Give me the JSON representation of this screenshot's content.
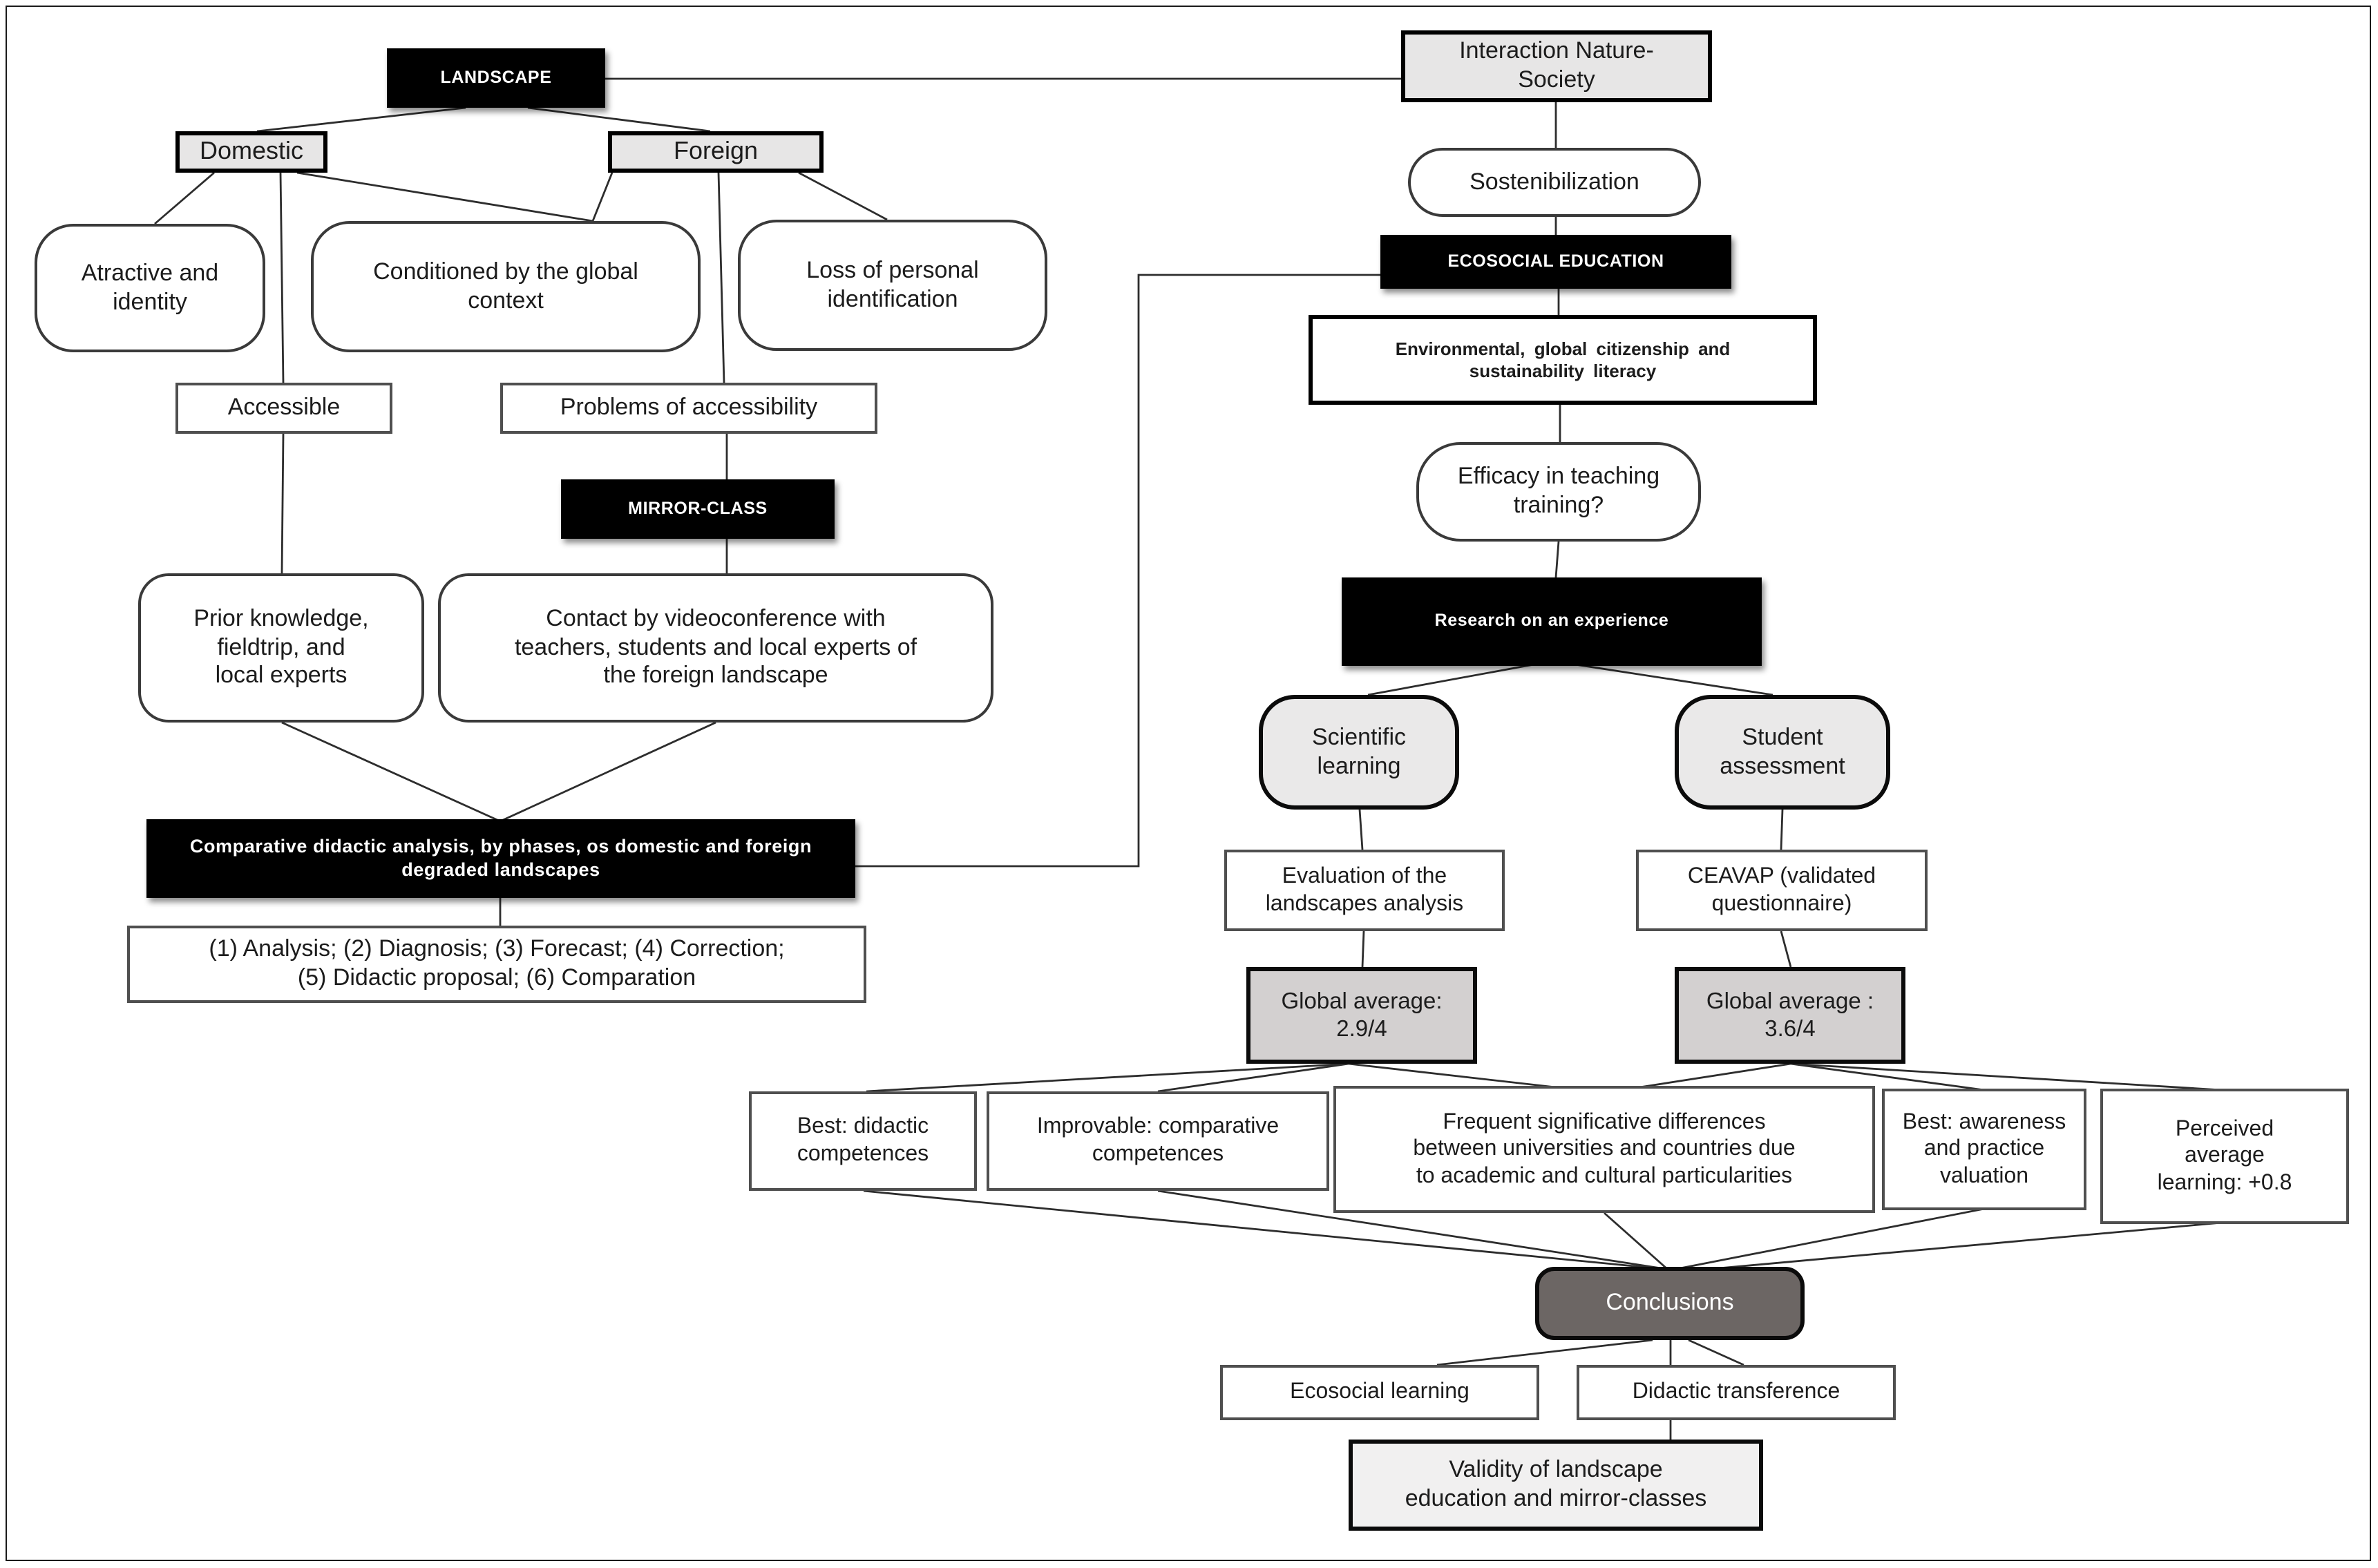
{
  "figure": {
    "description": "Flowchart of landscape education research with mirror-classes",
    "background": "#ffffff",
    "frame_color": "#1a1a1a",
    "line_color": "#2d2d2d"
  },
  "colors": {
    "black_node_bg": "#000000",
    "black_node_text": "#ffffff",
    "gray_node_fill": "#e7e6e6",
    "rounded_gray_fill": "#eae9e9",
    "average_fill": "#d3d0d0",
    "conclusions_fill": "#6c6664",
    "validity_fill": "#f1f0f0"
  },
  "nodes": {
    "landscape": {
      "label": "LANDSCAPE"
    },
    "domestic": {
      "label": "Domestic"
    },
    "foreign": {
      "label": "Foreign"
    },
    "atractive": {
      "label": "Atractive and\nidentity"
    },
    "conditioned": {
      "label": "Conditioned by the global\ncontext"
    },
    "loss": {
      "label": "Loss of personal\nidentification"
    },
    "accessible": {
      "label": "Accessible"
    },
    "problems": {
      "label": "Problems of accessibility"
    },
    "mirror_class": {
      "label": "MIRROR-CLASS"
    },
    "prior": {
      "label": "Prior knowledge,\nfieldtrip, and\nlocal experts"
    },
    "contact": {
      "label": "Contact by videoconference with\nteachers, students and local experts of\nthe foreign landscape"
    },
    "comparative": {
      "label": "Comparative didactic analysis, by phases, os domestic and foreign\ndegraded landscapes"
    },
    "phases": {
      "label": "(1) Analysis; (2) Diagnosis; (3) Forecast; (4) Correction;\n(5) Didactic proposal; (6) Comparation"
    },
    "interaction": {
      "label": "Interaction Nature-\nSociety"
    },
    "sostenibilization": {
      "label": "Sostenibilization"
    },
    "ecosocial_education": {
      "label": "ECOSOCIAL EDUCATION"
    },
    "environmental": {
      "label": "Environmental, global citizenship and\nsustainability literacy"
    },
    "efficacy": {
      "label": "Efficacy in teaching\ntraining?"
    },
    "research": {
      "label": "Research on an experience"
    },
    "scientific": {
      "label": "Scientific\nlearning"
    },
    "student": {
      "label": "Student\nassessment"
    },
    "evaluation": {
      "label": "Evaluation of the\nlandscapes analysis"
    },
    "ceavap": {
      "label": "CEAVAP (validated\nquestionnaire)"
    },
    "global_avg_scientific": {
      "label": "Global average:\n2.9/4"
    },
    "global_avg_student": {
      "label": "Global average :\n3.6/4"
    },
    "best_didactic": {
      "label": "Best: didactic\ncompetences"
    },
    "improvable": {
      "label": "Improvable: comparative\ncompetences"
    },
    "frequent": {
      "label": "Frequent significative differences\nbetween universities and countries due\nto academic and cultural particularities"
    },
    "best_awareness": {
      "label": "Best: awareness\nand practice\nvaluation"
    },
    "perceived": {
      "label": "Perceived\naverage\nlearning: +0.8"
    },
    "conclusions": {
      "label": "Conclusions"
    },
    "ecosocial_learning": {
      "label": "Ecosocial learning"
    },
    "didactic_transference": {
      "label": "Didactic transference"
    },
    "validity": {
      "label": "Validity of landscape\neducation and mirror-classes"
    }
  }
}
